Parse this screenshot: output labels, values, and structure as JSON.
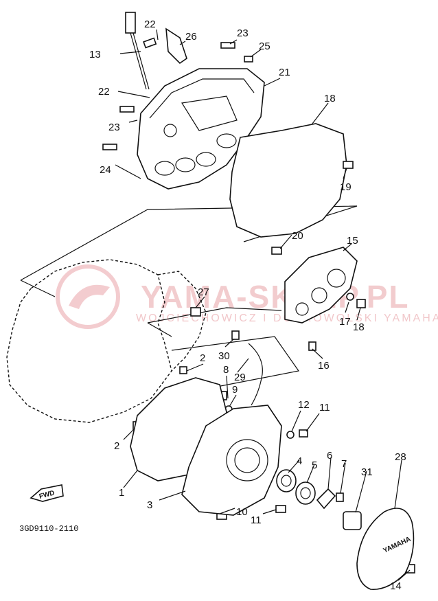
{
  "watermark": {
    "brand": "YAMA-SKLEP.PL",
    "tagline": "WOJCIECHOWICZ I DOBROWOLSKI YAMAHA",
    "color": "#e9a3a7"
  },
  "diagram_code": "3GD9110-2110",
  "direction_marker": "FWD",
  "callouts": [
    {
      "id": "c1",
      "text": "1"
    },
    {
      "id": "c2a",
      "text": "2"
    },
    {
      "id": "c2b",
      "text": "2"
    },
    {
      "id": "c3",
      "text": "3"
    },
    {
      "id": "c4",
      "text": "4"
    },
    {
      "id": "c5",
      "text": "5"
    },
    {
      "id": "c6",
      "text": "6"
    },
    {
      "id": "c7",
      "text": "7"
    },
    {
      "id": "c8",
      "text": "8"
    },
    {
      "id": "c9",
      "text": "9"
    },
    {
      "id": "c10",
      "text": "10"
    },
    {
      "id": "c11a",
      "text": "11"
    },
    {
      "id": "c11b",
      "text": "11"
    },
    {
      "id": "c12",
      "text": "12"
    },
    {
      "id": "c13",
      "text": "13"
    },
    {
      "id": "c14",
      "text": "14"
    },
    {
      "id": "c15",
      "text": "15"
    },
    {
      "id": "c16",
      "text": "16"
    },
    {
      "id": "c17",
      "text": "17"
    },
    {
      "id": "c18a",
      "text": "18"
    },
    {
      "id": "c18b",
      "text": "18"
    },
    {
      "id": "c19",
      "text": "19"
    },
    {
      "id": "c20",
      "text": "20"
    },
    {
      "id": "c21",
      "text": "21"
    },
    {
      "id": "c22a",
      "text": "22"
    },
    {
      "id": "c22b",
      "text": "22"
    },
    {
      "id": "c23a",
      "text": "23"
    },
    {
      "id": "c23b",
      "text": "23"
    },
    {
      "id": "c24",
      "text": "24"
    },
    {
      "id": "c25",
      "text": "25"
    },
    {
      "id": "c26",
      "text": "26"
    },
    {
      "id": "c27",
      "text": "27"
    },
    {
      "id": "c28",
      "text": "28"
    },
    {
      "id": "c29",
      "text": "29"
    },
    {
      "id": "c30",
      "text": "30"
    },
    {
      "id": "c31",
      "text": "31"
    }
  ]
}
